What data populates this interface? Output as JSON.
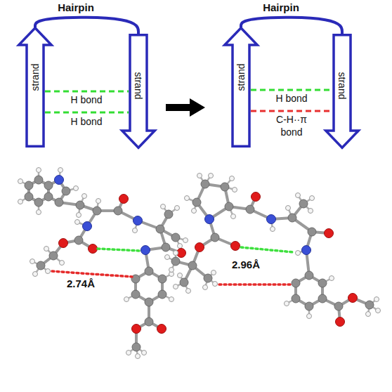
{
  "diagram": {
    "nodes": [
      {
        "text": [
          "strand"
        ]
      },
      {
        "text": [
          "strand"
        ]
      },
      {
        "text": [
          "strand"
        ]
      },
      {
        "text": [
          "strand"
        ]
      }
    ],
    "edges": [
      {
        "from": 0,
        "to": 1,
        "arrow": "none"
      },
      {
        "from": 0,
        "to": 1,
        "arrow": "none"
      },
      {
        "from": 0,
        "to": 1,
        "arrow": "none"
      },
      {
        "from": 2,
        "to": 3,
        "arrow": "none"
      },
      {
        "from": 2,
        "to": 3,
        "arrow": "none"
      },
      {
        "from": 2,
        "to": 3,
        "arrow": "none"
      }
    ],
    "labels": [
      "Hairpin",
      "Hairpin",
      "H bond",
      "H bond",
      "H bond",
      "C-H··π bond",
      "2.74Å",
      "2.96Å"
    ]
  }
}
